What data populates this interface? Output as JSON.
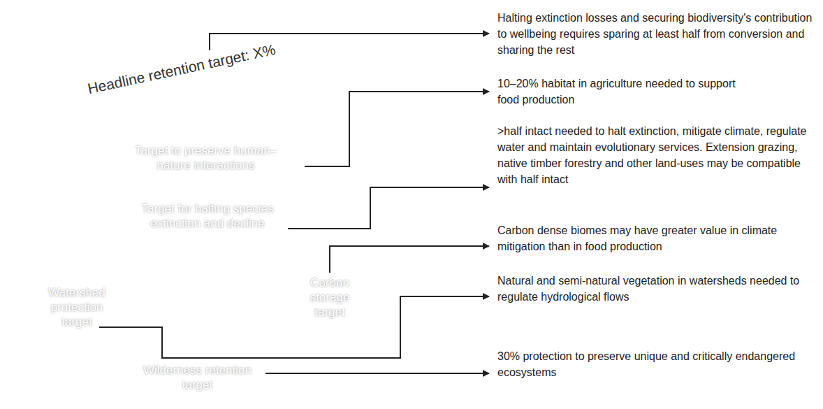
{
  "diagram": {
    "nodes": [
      {
        "text": [
          "Headline retention target: X%"
        ]
      },
      {
        "text": [
          "Target to preserve human–nature interactions"
        ],
        "in": 0
      },
      {
        "text": [
          "Target for halting species extinction and decline"
        ],
        "in": 0
      },
      {
        "text": [
          "Watershed protection target"
        ],
        "in": 0
      },
      {
        "text": [
          "Carbon storage target"
        ],
        "in": 0
      },
      {
        "text": [
          "Wilderness retention target"
        ],
        "in": 0
      }
    ],
    "labels": [
      "Halting extinction losses and securing biodiversity's contribution to wellbeing requires sparing at least half from conversion and sharing the rest",
      "10–20% habitat in agriculture needed to support food production",
      ">half intact needed to halt extinction, mitigate climate, regulate water and maintain evolutionary services. Extension grazing, native timber forestry and other land-uses may be compatible with half intact",
      "Carbon dense biomes may have greater value in climate mitigation than in food production",
      "Natural and semi-natural vegetation in watersheds needed to regulate hydrological flows",
      "30% protection to preserve unique and critically endangered ecosystems"
    ]
  }
}
